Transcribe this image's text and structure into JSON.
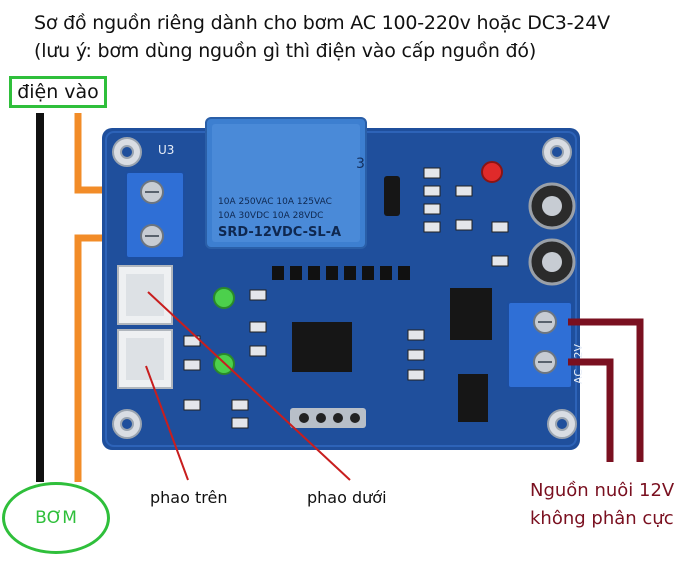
{
  "title": {
    "line1": "Sơ đồ nguồn riêng dành cho bơm AC 100-220v hoặc DC3-24V",
    "line2": "(lưu ý: bơm dùng nguồn gì thì điện vào cấp nguồn đó)"
  },
  "labels": {
    "power_input": "điện vào",
    "pump": "BƠM",
    "float_upper": "phao trên",
    "float_lower": "phao dưới",
    "supply_line1": "Nguồn nuôi 12V",
    "supply_line2": "không phân cực"
  },
  "board": {
    "relay_line1": "10A 250VAC  10A 125VAC",
    "relay_line2": "10A 30VDC  10A 28VDC",
    "relay_model": "SRD-12VDC-SL-A",
    "relay_ref": "3",
    "mount_ref": "U3",
    "power_terminal": "AC 12V"
  },
  "colors": {
    "green_outline": "#2fbf3b",
    "wire_black": "#111111",
    "wire_orange": "#f28c28",
    "wire_dark_red": "#7a1020",
    "pointer_red": "#c81e1e",
    "pcb_blue": "#1f4f9c",
    "relay_blue": "#3d7fd0",
    "terminal_blue": "#2f6fd6"
  }
}
